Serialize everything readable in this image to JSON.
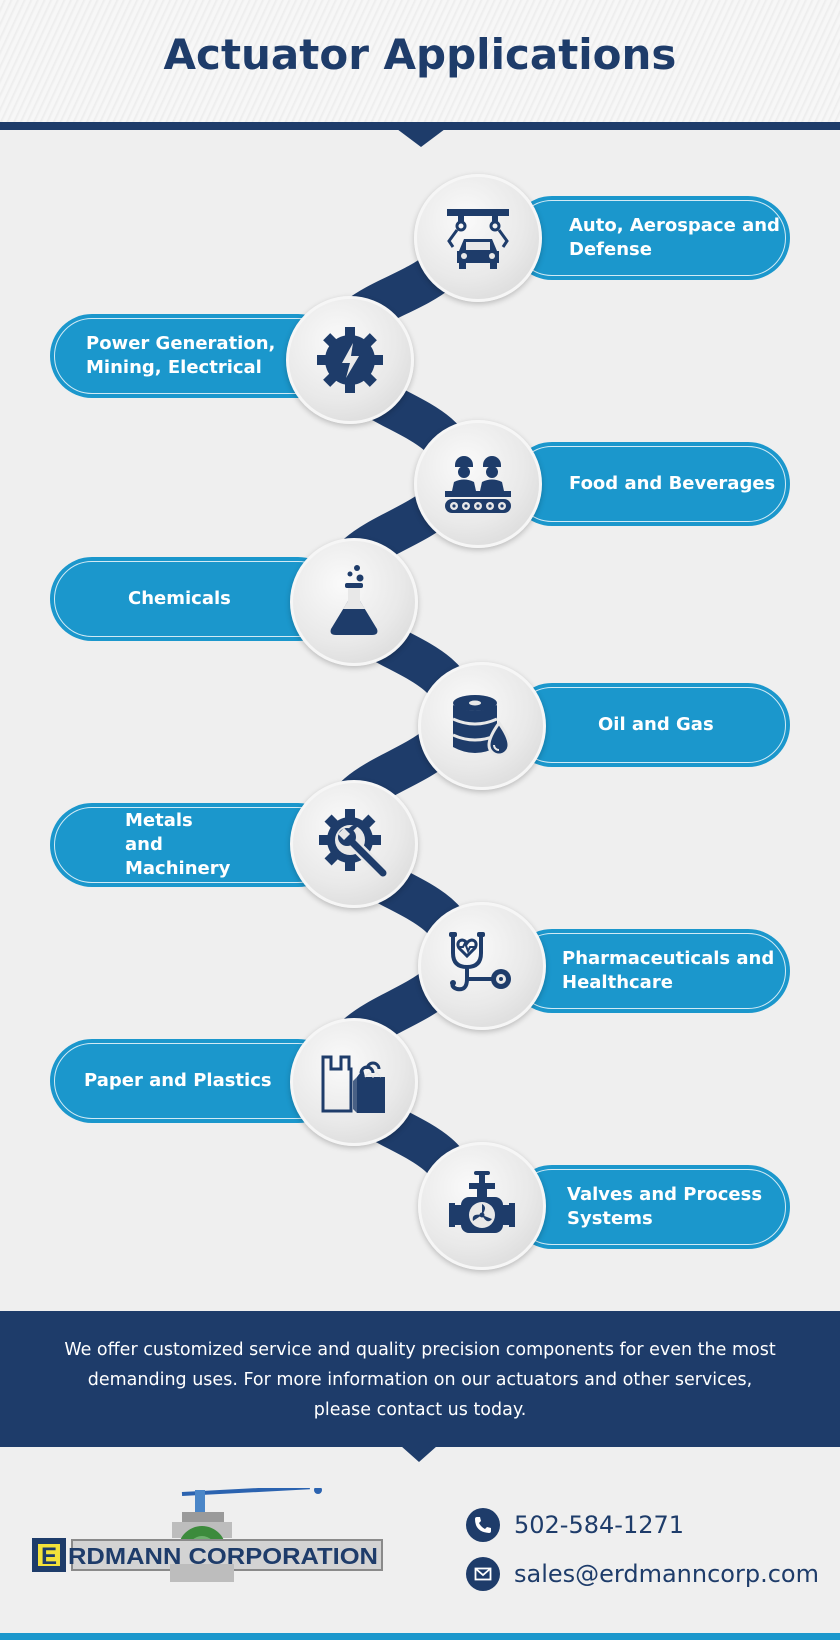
{
  "title": "Actuator Applications",
  "applications": [
    {
      "label": "Auto, Aerospace and Defense",
      "icon": "robot-car-assembly-icon",
      "side": "right"
    },
    {
      "label": "Power Generation, Mining, Electrical",
      "icon": "gear-lightning-icon",
      "side": "left"
    },
    {
      "label": "Food and Beverages",
      "icon": "conveyor-workers-icon",
      "side": "right"
    },
    {
      "label": "Chemicals",
      "icon": "flask-icon",
      "side": "left"
    },
    {
      "label": "Oil and Gas",
      "icon": "oil-barrel-drop-icon",
      "side": "right"
    },
    {
      "label": "Metals and Machinery",
      "icon": "gear-wrench-icon",
      "side": "left"
    },
    {
      "label": "Pharmaceuticals and Healthcare",
      "icon": "stethoscope-heart-icon",
      "side": "right"
    },
    {
      "label": "Paper and Plastics",
      "icon": "bags-icon",
      "side": "left"
    },
    {
      "label": "Valves and Process Systems",
      "icon": "valve-icon",
      "side": "right"
    }
  ],
  "footer": {
    "text": "We offer customized service and quality precision components for even the most demanding uses. For more information on our actuators and other services, please contact us today."
  },
  "logo": {
    "text": "ERDMANN CORPORATION"
  },
  "contact": {
    "phone": "502-584-1271",
    "email": "sales@erdmanncorp.com"
  },
  "colors": {
    "navy": "#1e3c6a",
    "blue": "#1b97cc",
    "background": "#efefef"
  }
}
